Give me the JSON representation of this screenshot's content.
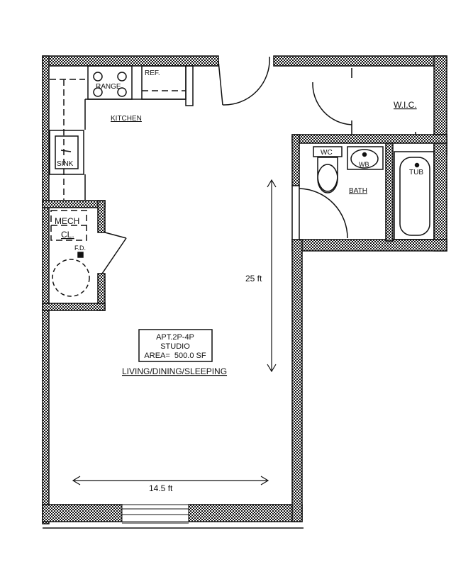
{
  "plan": {
    "labels": {
      "range": "RANGE",
      "ref": "REF.",
      "kitchen": "KITCHEN",
      "sink": "SINK",
      "wic": "W.I.C.",
      "wc": "WC",
      "wb": "WB",
      "tub": "TUB",
      "bath": "BATH",
      "mech_line1": "MECH",
      "mech_line2": "CL.",
      "fd": "F.D.",
      "dim_vertical": "25 ft",
      "dim_horizontal": "14.5 ft",
      "living": "LIVING/DINING/SLEEPING"
    },
    "title_box": {
      "line1": "APT.2P-4P",
      "line2": "STUDIO",
      "line3": "AREA=  500.0 SF"
    }
  }
}
